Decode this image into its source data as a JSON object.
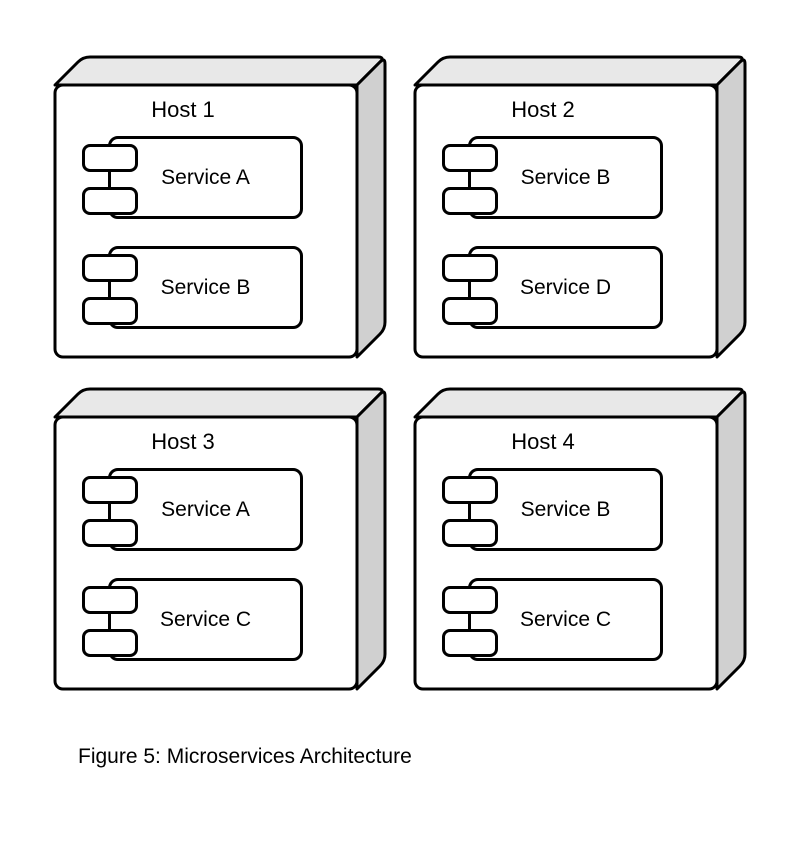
{
  "figure": {
    "caption": "Figure 5: Microservices Architecture"
  },
  "colors": {
    "top_face": "#e8e8e8",
    "side_face": "#d0d0d0",
    "front_face": "#ffffff",
    "stroke": "#000000",
    "background": "#ffffff",
    "text": "#000000"
  },
  "hosts": [
    {
      "title": "Host 1",
      "services": [
        "Service A",
        "Service B"
      ]
    },
    {
      "title": "Host 2",
      "services": [
        "Service B",
        "Service D"
      ]
    },
    {
      "title": "Host 3",
      "services": [
        "Service A",
        "Service C"
      ]
    },
    {
      "title": "Host 4",
      "services": [
        "Service B",
        "Service C"
      ]
    }
  ]
}
